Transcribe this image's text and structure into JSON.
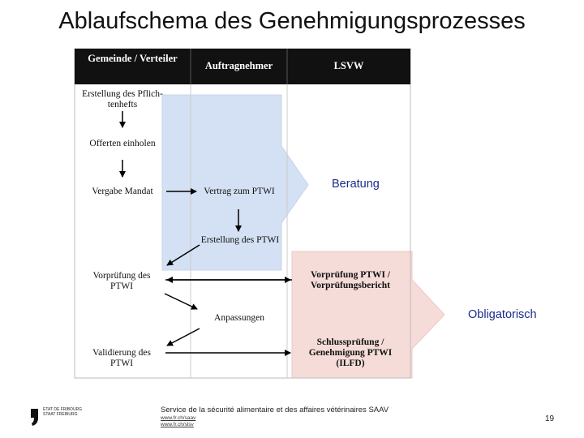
{
  "title": "Ablaufschema des Genehmigungsprozesses",
  "table": {
    "headers": {
      "col1": "Gemeinde / Verteiler",
      "col2": "Auftragnehmer",
      "col3": "LSVW"
    },
    "steps": {
      "erstellung_pflichtenheft": "Erstellung des Pflich-tenhefts",
      "offerten": "Offerten einholen",
      "vergabe": "Vergabe Mandat",
      "vertrag": "Vertrag zum PTWI",
      "erstellung_ptwi": "Erstellung des PTWI",
      "vorpruefung_ptwi": "Vorprüfung des PTWI",
      "vorpruefung_lsvw": "Vorprüfung PTWI / Vorprüfungsbericht",
      "anpassungen": "Anpassungen",
      "validierung": "Validierung des PTWI",
      "schlusspruefung": "Schlussprüfung / Genehmigung PTWI (ILFD)"
    }
  },
  "phases": {
    "beratung": "Beratung",
    "obligatorisch": "Obligatorisch"
  },
  "colors": {
    "header_bg": "#111111",
    "beratung_fill": "#d4e0f3",
    "obligatorisch_fill": "#f5dcd8",
    "phase_label": "#1a2b8c"
  },
  "footer": {
    "logo_line1": "ETAT DE FRIBOURG",
    "logo_line2": "STAAT FREIBURG",
    "service": "Service de la sécurité alimentaire et des affaires vétérinaires SAAV",
    "link1": "www.fr.ch/saav",
    "link2": "www.fr.ch/slsv",
    "page": "19"
  }
}
